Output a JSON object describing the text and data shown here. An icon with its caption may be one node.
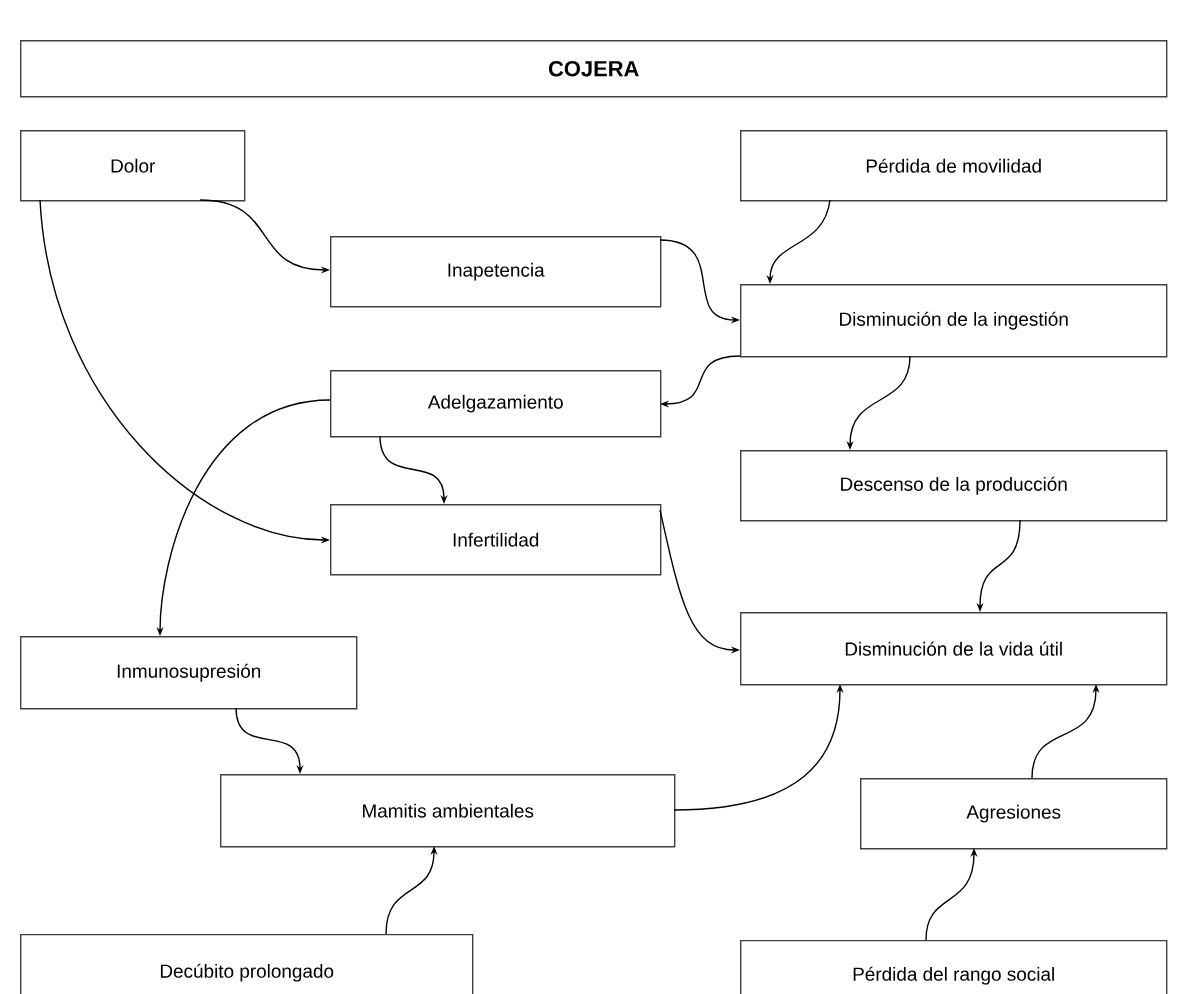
{
  "diagram": {
    "nodes": [
      {
        "text": [
          "COJERA"
        ]
      },
      {
        "text": [
          "Dolor"
        ]
      },
      {
        "text": [
          "Pérdida de movilidad"
        ]
      },
      {
        "text": [
          "Inapetencia"
        ]
      },
      {
        "text": [
          "Disminución de la ingestión"
        ]
      },
      {
        "text": [
          "Adelgazamiento"
        ]
      },
      {
        "text": [
          "Infertilidad"
        ]
      },
      {
        "text": [
          "Descenso de la producción"
        ]
      },
      {
        "text": [
          "Inmunosupresión"
        ]
      },
      {
        "text": [
          "Disminución de la vida útil"
        ]
      },
      {
        "text": [
          "Mamitis ambientales"
        ]
      },
      {
        "text": [
          "Agresiones"
        ]
      },
      {
        "text": [
          "Decúbito prolongado"
        ]
      },
      {
        "text": [
          "Pérdida del rango social"
        ]
      }
    ],
    "edges": [
      {
        "from": 1,
        "to": 3,
        "arrow": "to"
      },
      {
        "from": 1,
        "to": 6,
        "arrow": "to"
      },
      {
        "from": 3,
        "to": 4,
        "arrow": "to"
      },
      {
        "from": 2,
        "to": 4,
        "arrow": "to"
      },
      {
        "from": 4,
        "to": 5,
        "arrow": "to"
      },
      {
        "from": 4,
        "to": 7,
        "arrow": "to"
      },
      {
        "from": 5,
        "to": 6,
        "arrow": "to"
      },
      {
        "from": 5,
        "to": 8,
        "arrow": "to"
      },
      {
        "from": 6,
        "to": 9,
        "arrow": "to"
      },
      {
        "from": 7,
        "to": 9,
        "arrow": "to"
      },
      {
        "from": 8,
        "to": 10,
        "arrow": "to"
      },
      {
        "from": 10,
        "to": 9,
        "arrow": "to"
      },
      {
        "from": 11,
        "to": 9,
        "arrow": "to"
      },
      {
        "from": 12,
        "to": 10,
        "arrow": "to"
      },
      {
        "from": 13,
        "to": 11,
        "arrow": "to"
      }
    ]
  }
}
